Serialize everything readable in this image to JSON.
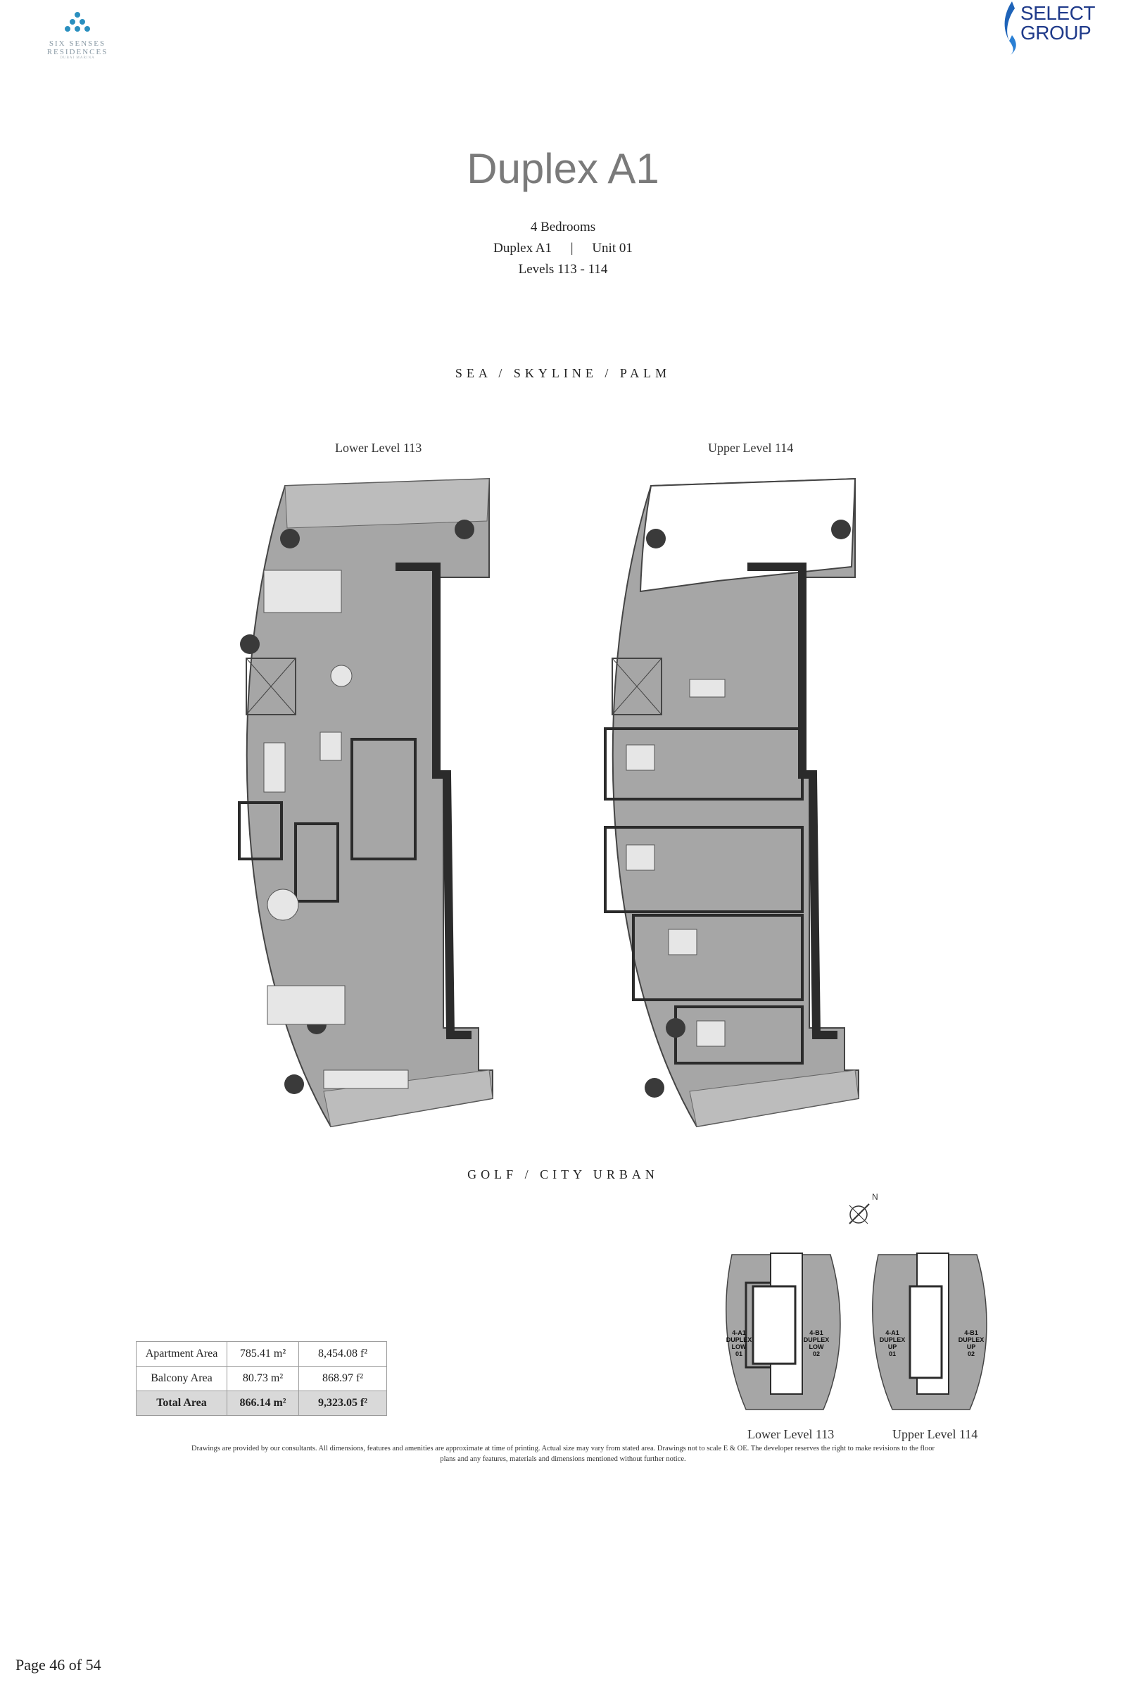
{
  "brand": {
    "left_line1": "SIX SENSES",
    "left_line2": "RESIDENCES",
    "left_line3": "DUBAI MARINA",
    "right_line1": "SELECT",
    "right_line2": "GROUP"
  },
  "header": {
    "title": "Duplex A1",
    "bedrooms": "4 Bedrooms",
    "unit_line_a": "Duplex A1",
    "unit_separator": "|",
    "unit_line_b": "Unit 01",
    "levels": "Levels 113 - 114"
  },
  "views": {
    "top": "SEA / SKYLINE / PALM",
    "bottom": "GOLF / CITY URBAN"
  },
  "plans": {
    "lower_label": "Lower Level 113",
    "upper_label": "Upper Level 114"
  },
  "compass": {
    "north": "N"
  },
  "area_table": {
    "rows": [
      {
        "label": "Apartment Area",
        "metric": "785.41 m²",
        "imperial": "8,454.08 f²"
      },
      {
        "label": "Balcony Area",
        "metric": "80.73 m²",
        "imperial": "868.97 f²"
      },
      {
        "label": "Total Area",
        "metric": "866.14 m²",
        "imperial": "9,323.05 f²"
      }
    ]
  },
  "key_plans": {
    "lower": {
      "label": "Lower Level 113",
      "tag_a": "4-A1\nDUPLEX\nLOW\n01",
      "tag_b": "4-B1\nDUPLEX\nLOW\n02"
    },
    "upper": {
      "label": "Upper Level 114",
      "tag_a": "4-A1\nDUPLEX\nUP\n01",
      "tag_b": "4-B1\nDUPLEX\nUP\n02"
    }
  },
  "disclaimer": {
    "line1": "Drawings are provided by our consultants. All dimensions, features and amenities are approximate at time of printing.  Actual size may vary from stated area. Drawings not to scale E & OE. The developer reserves the right to make revisions to the floor",
    "line2": "plans and any features, materials and dimensions mentioned without further notice."
  },
  "footer": {
    "page": "Page 46 of 54"
  },
  "colors": {
    "floor": "#a6a6a6",
    "wall": "#2b2b2b",
    "title_grey": "#7a7a7a",
    "select_blue": "#1f3a8a"
  }
}
